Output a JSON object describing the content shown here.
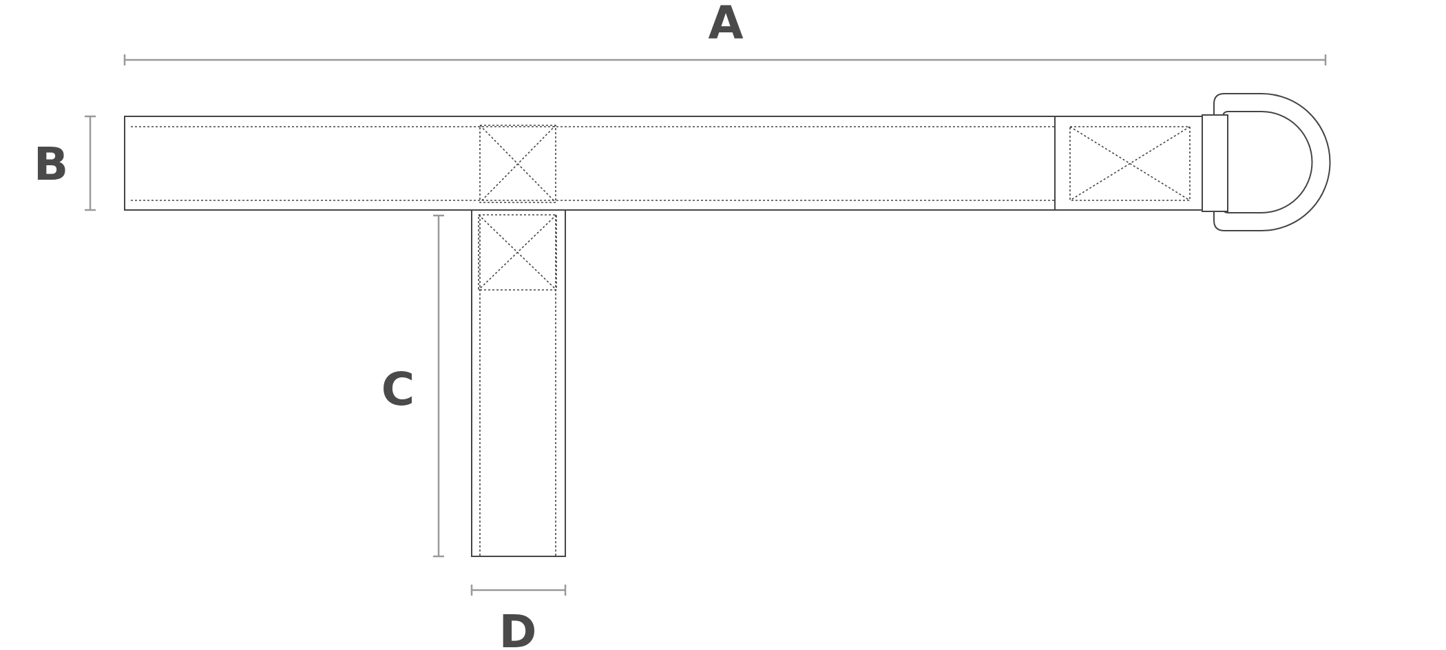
{
  "dimensions": {
    "length_label": "A",
    "width_label": "B",
    "leg_length_label": "C",
    "leg_width_label": "D"
  }
}
